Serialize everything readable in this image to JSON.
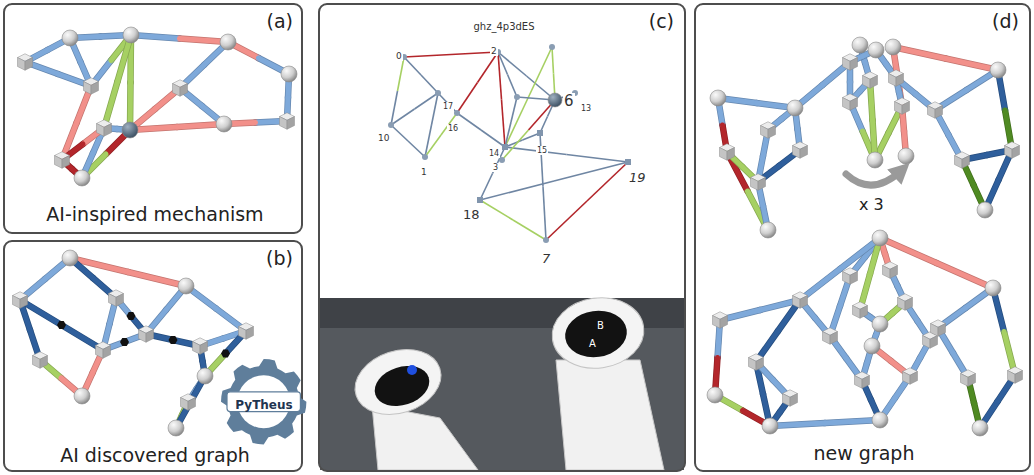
{
  "diagram": {
    "nodes": [
      {
        "text": [
          "(a)",
          "AI-inspired mechanism"
        ]
      },
      {
        "text": [
          "(b)",
          "AI discovered graph"
        ]
      },
      {
        "text": [
          "PyTheus"
        ],
        "in": 1
      },
      {
        "text": [
          "(c)",
          "ghz_4p3dES"
        ]
      },
      {
        "text": [
          "(d)",
          "new graph"
        ]
      }
    ],
    "labels": [
      "0",
      "2",
      "6",
      "13",
      "17",
      "16",
      "10",
      "1",
      "14",
      "3",
      "15",
      "19",
      "18",
      "7",
      "B",
      "A",
      "x 3"
    ]
  }
}
